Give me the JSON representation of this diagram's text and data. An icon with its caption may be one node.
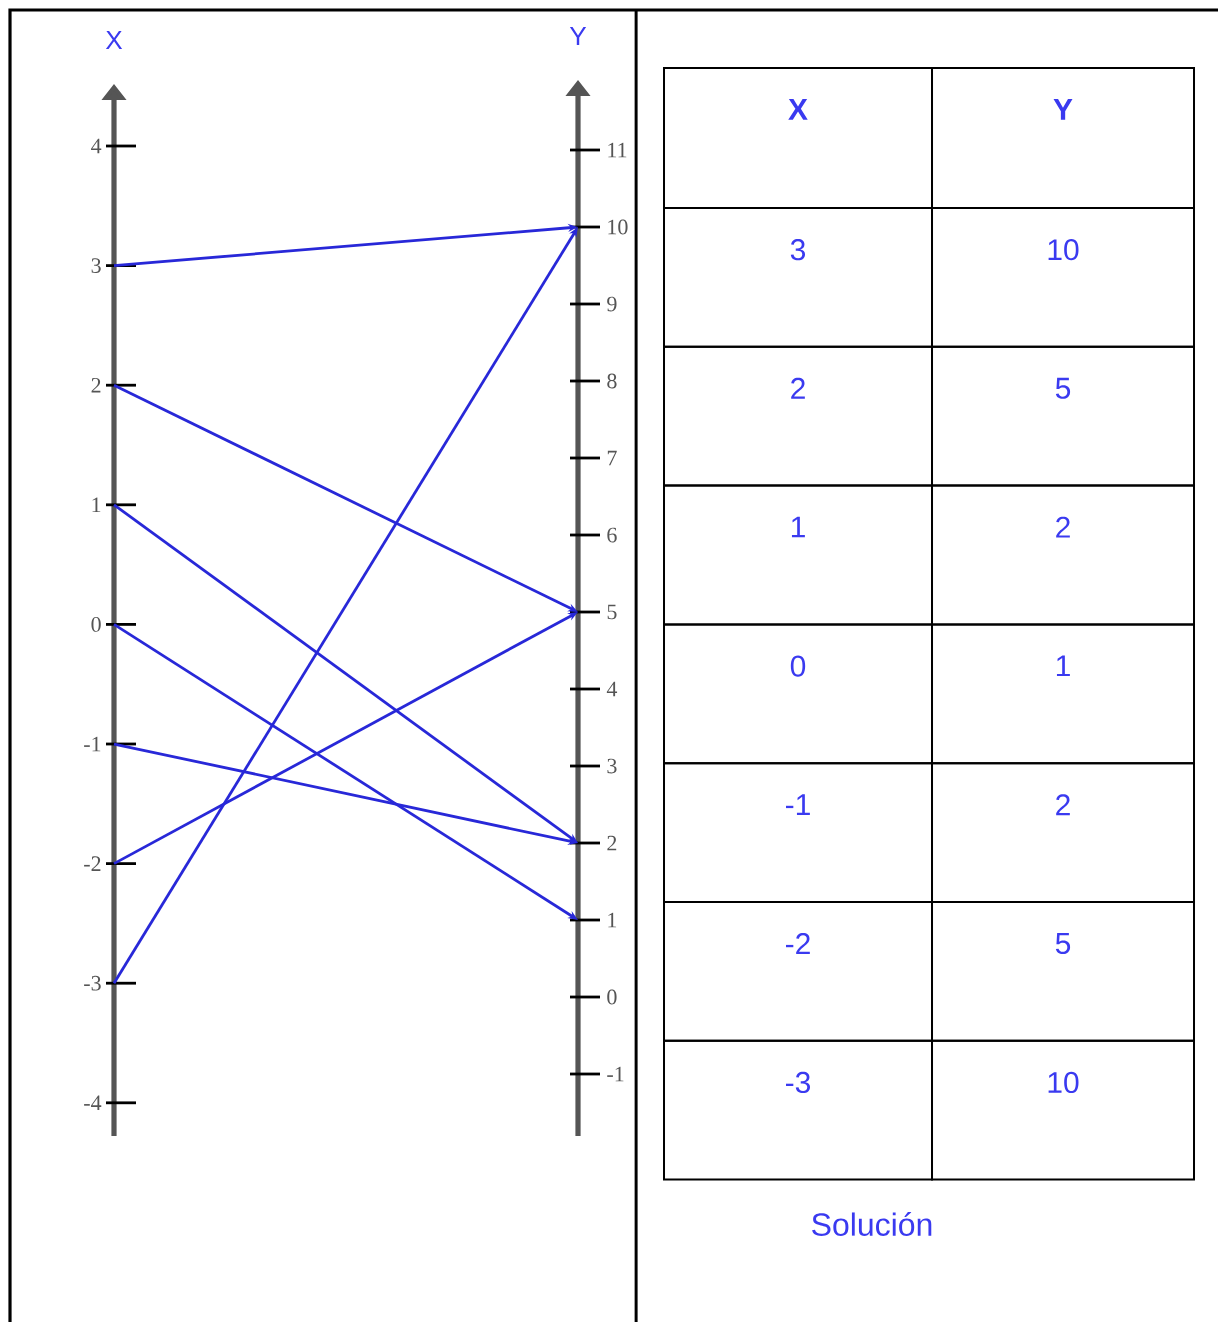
{
  "diagram": {
    "nodes": [
      {
        "text": [
          "4"
        ]
      },
      {
        "text": [
          "3"
        ]
      },
      {
        "text": [
          "2"
        ]
      },
      {
        "text": [
          "1"
        ]
      },
      {
        "text": [
          "0"
        ]
      },
      {
        "text": [
          "-1"
        ]
      },
      {
        "text": [
          "-2"
        ]
      },
      {
        "text": [
          "-3"
        ]
      },
      {
        "text": [
          "-4"
        ]
      },
      {
        "text": [
          "11"
        ]
      },
      {
        "text": [
          "10"
        ]
      },
      {
        "text": [
          "9"
        ]
      },
      {
        "text": [
          "8"
        ]
      },
      {
        "text": [
          "7"
        ]
      },
      {
        "text": [
          "6"
        ]
      },
      {
        "text": [
          "5"
        ]
      },
      {
        "text": [
          "4"
        ]
      },
      {
        "text": [
          "3"
        ]
      },
      {
        "text": [
          "2"
        ]
      },
      {
        "text": [
          "1"
        ]
      },
      {
        "text": [
          "0"
        ]
      },
      {
        "text": [
          "-1"
        ]
      }
    ],
    "edges": [
      {
        "from": 1,
        "to": 10,
        "arrow": "to"
      },
      {
        "from": 2,
        "to": 15,
        "arrow": "to"
      },
      {
        "from": 3,
        "to": 18,
        "arrow": "to"
      },
      {
        "from": 4,
        "to": 19,
        "arrow": "to"
      },
      {
        "from": 5,
        "to": 18,
        "arrow": "to"
      },
      {
        "from": 6,
        "to": 15,
        "arrow": "to"
      },
      {
        "from": 7,
        "to": 10,
        "arrow": "to"
      }
    ],
    "labels": [
      "X",
      "Y",
      "X",
      "Y",
      "3",
      "10",
      "2",
      "5",
      "1",
      "2",
      "0",
      "1",
      "-1",
      "2",
      "-2",
      "5",
      "-3",
      "10",
      "Solución"
    ]
  }
}
